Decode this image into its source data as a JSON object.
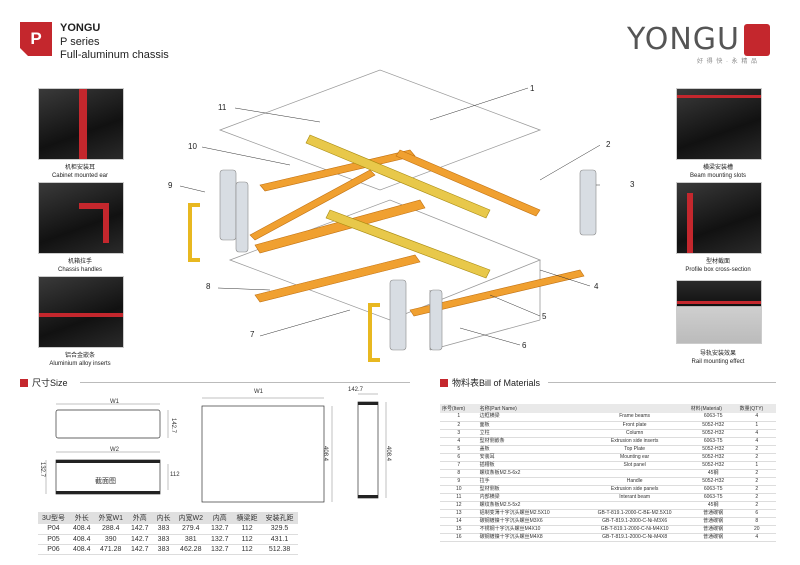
{
  "header": {
    "logo_letter": "P",
    "brand_small": "YONGU",
    "series": "P series",
    "product": "Full-aluminum chassis",
    "brand_name": "YONGU",
    "brand_tagline": "好 得 快 · 永 精 品"
  },
  "left_photos": [
    {
      "cn": "机柜安装耳",
      "en": "Cabinet mounted ear"
    },
    {
      "cn": "机箱拉手",
      "en": "Chassis handles"
    },
    {
      "cn": "铝合金嵌条",
      "en": "Aluminium alloy inserts"
    }
  ],
  "right_photos": [
    {
      "cn": "横梁安装槽",
      "en": "Beam mounting slots"
    },
    {
      "cn": "型材截面",
      "en": "Profile box cross-section"
    },
    {
      "cn": "导轨安装效果",
      "en": "Rail mounting effect"
    }
  ],
  "callouts": [
    "1",
    "2",
    "3",
    "4",
    "5",
    "6",
    "7",
    "8",
    "9",
    "10",
    "11"
  ],
  "size_section": {
    "title": "尺寸Size",
    "labels": {
      "w1": "W1",
      "w2": "W2",
      "depth": "142.7",
      "height": "132.7",
      "h_small": "112",
      "front_depth": "408.4",
      "section": "截面图",
      "top_w": "W1",
      "side_top": "142.7",
      "side_h": "408.4"
    }
  },
  "dims_table": {
    "headers": [
      "3U型号",
      "外长",
      "外宽W1",
      "外高",
      "内长",
      "内宽W2",
      "内高",
      "横梁距",
      "安装孔距"
    ],
    "rows": [
      [
        "P04",
        "408.4",
        "288.4",
        "142.7",
        "383",
        "279.4",
        "132.7",
        "112",
        "329.5"
      ],
      [
        "P05",
        "408.4",
        "390",
        "142.7",
        "383",
        "381",
        "132.7",
        "112",
        "431.1"
      ],
      [
        "P06",
        "408.4",
        "471.28",
        "142.7",
        "383",
        "462.28",
        "132.7",
        "112",
        "512.38"
      ]
    ]
  },
  "bom": {
    "title": "物料表Bill of Materials",
    "headers": [
      "序号(Item)",
      "名称(Part Name)",
      "",
      "材料(Material)",
      "数量(QTY)"
    ],
    "rows": [
      [
        "1",
        "边框横梁",
        "Frame beams",
        "6063-T5",
        "4"
      ],
      [
        "2",
        "面板",
        "Front plate",
        "5052-H32",
        "1"
      ],
      [
        "3",
        "立柱",
        "Column",
        "5052-H32",
        "4"
      ],
      [
        "4",
        "型材侧嵌条",
        "Extrusion side inserts",
        "6063-T5",
        "4"
      ],
      [
        "5",
        "盖板",
        "Top Plate",
        "5052-H32",
        "2"
      ],
      [
        "6",
        "安装耳",
        "Mounting ear",
        "5052-H32",
        "2"
      ],
      [
        "7",
        "插槽板",
        "Slot panel",
        "5052-H32",
        "1"
      ],
      [
        "8",
        "螺纹条板M2.5-6x2",
        "",
        "45钢",
        "2"
      ],
      [
        "9",
        "拉手",
        "Handle",
        "5052-H32",
        "2"
      ],
      [
        "10",
        "型材侧板",
        "Extrusion side panels",
        "6063-T5",
        "2"
      ],
      [
        "11",
        "内部横梁",
        "Interant beam",
        "6063-T5",
        "2"
      ],
      [
        "12",
        "螺纹条板M2.5-5x2",
        "",
        "45钢",
        "2"
      ],
      [
        "13",
        "铝制变薄十字沉头螺丝M2.5X10",
        "GB-T-819.1-2000-C-BE-M2.5X10",
        "普通碳钢",
        "6"
      ],
      [
        "14",
        "碳钢镀镍十字沉头螺丝M3X6",
        "GB-T-819.1-2000-C-Ni-M3X6",
        "普通碳钢",
        "8"
      ],
      [
        "15",
        "不锈钢十字沉头螺丝M4X10",
        "GB-T-819.1-2000-C-Ni-M4X10",
        "普通碳钢",
        "20"
      ],
      [
        "16",
        "碳钢镀镍十字沉头螺丝M4X8",
        "GB-T-819.1-2000-C-Ni-M4X8",
        "普通碳钢",
        "4"
      ]
    ]
  }
}
